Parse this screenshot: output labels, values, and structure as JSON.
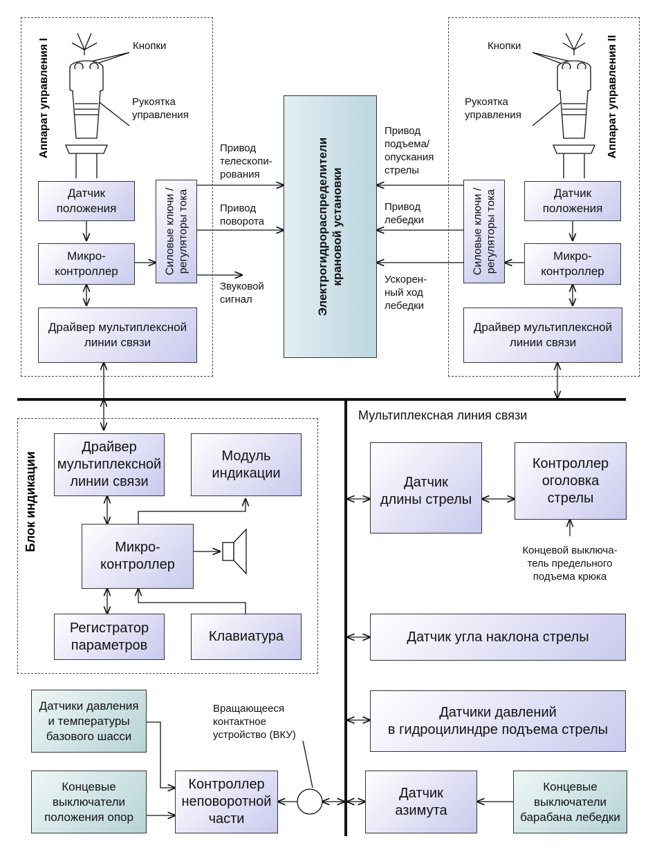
{
  "unit1": {
    "title": "Аппарат управления I",
    "buttons": "Кнопки",
    "handle": [
      "Рукоятка",
      "управления"
    ],
    "pos_sensor": [
      "Датчик",
      "положения"
    ],
    "micro": [
      "Микро-",
      "контроллер"
    ],
    "driver": [
      "Драйвер мультиплексной",
      "линии связи"
    ],
    "power_keys": [
      "Силовые ключи /",
      "регуляторы тока"
    ]
  },
  "unit2": {
    "title": "Аппарат управления II",
    "buttons": "Кнопки",
    "handle": [
      "Рукоятка",
      "управления"
    ],
    "pos_sensor": [
      "Датчик",
      "положения"
    ],
    "micro": [
      "Микро-",
      "контроллер"
    ],
    "driver": [
      "Драйвер мультиплексной",
      "линии связи"
    ],
    "power_keys": [
      "Силовые ключи /",
      "регуляторы тока"
    ]
  },
  "hydraulic": [
    "Электрогидрораспределители",
    "крановой установки"
  ],
  "left_signals": {
    "telescoping": [
      "Привод",
      "телескопи-",
      "рования"
    ],
    "rotation": [
      "Привод",
      "поворота"
    ],
    "sound": [
      "Звуковой",
      "сигнал"
    ]
  },
  "right_signals": {
    "boom": [
      "Привод",
      "подъема/",
      "опускания",
      "стрелы"
    ],
    "winch": [
      "Привод",
      "лебедки"
    ],
    "fast_winch": [
      "Ускорен-",
      "ный ход",
      "лебедки"
    ]
  },
  "mux_line_label": "Мультиплексная линия связи",
  "display_block": {
    "title": "Блок индикации",
    "driver": [
      "Драйвер",
      "мультиплексной",
      "линии связи"
    ],
    "module": [
      "Модуль",
      "индикации"
    ],
    "micro": [
      "Микро-",
      "контроллер"
    ],
    "recorder": [
      "Регистратор",
      "параметров"
    ],
    "keyboard": "Клавиатура"
  },
  "boom_length_sensor": [
    "Датчик",
    "длины стрелы"
  ],
  "boom_head_controller": [
    "Контроллер",
    "оголовка",
    "стрелы"
  ],
  "hook_limit_switch": [
    "Концевой выключа-",
    "тель предельного",
    "подъема крюка"
  ],
  "boom_angle_sensor": "Датчик угла наклона стрелы",
  "boom_pressure_sensors": [
    "Датчики давлений",
    "в гидроцилиндре подъема стрелы"
  ],
  "chassis_sensors": [
    "Датчики давления",
    "и температуры",
    "базового шасси"
  ],
  "outrigger_switches": [
    "Концевые",
    "выключатели",
    "положения опор"
  ],
  "fixed_controller": [
    "Контроллер",
    "неповоротной",
    "части"
  ],
  "rotary_device": [
    "Вращающееся",
    "контактное",
    "устройство (ВКУ)"
  ],
  "azimuth_sensor": [
    "Датчик",
    "азимута"
  ],
  "winch_drum_switches": [
    "Концевые",
    "выключатели",
    "барабана лебедки"
  ],
  "colors": {
    "blue_box": "#c9c9ee",
    "green_box": "#b6d2d6",
    "hydraulic": "#c7dde6",
    "line": "#111111"
  }
}
